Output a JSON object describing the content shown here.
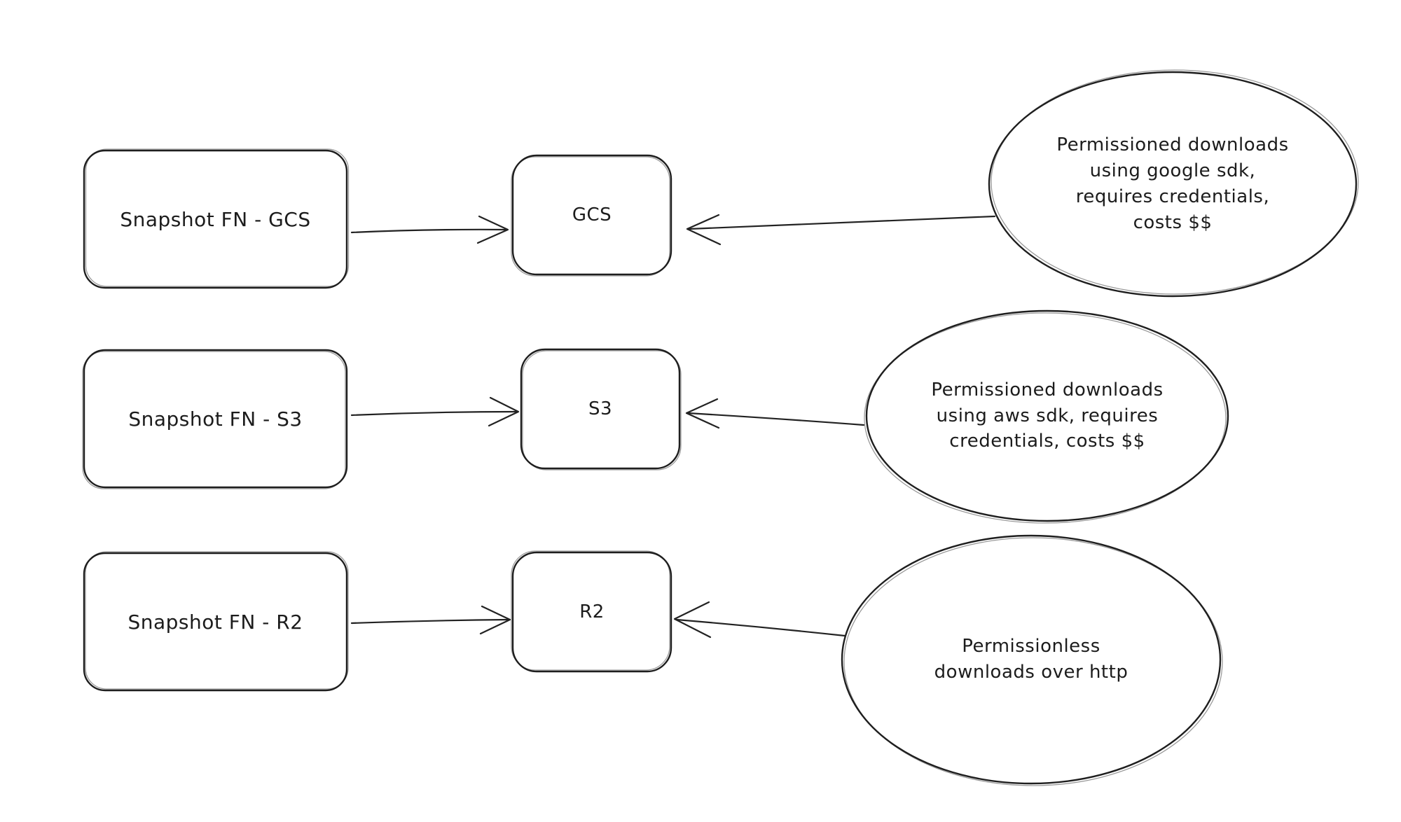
{
  "diagram": {
    "background_color": "#ffffff",
    "stroke_color": "#1e1e1e",
    "text_color": "#1c1c1c",
    "rows": [
      {
        "id": "gcs",
        "source_label": "Snapshot FN - GCS",
        "target_label": "GCS",
        "annotation": "Permissioned downloads\nusing google sdk,\nrequires credentials,\ncosts $$"
      },
      {
        "id": "s3",
        "source_label": "Snapshot FN - S3",
        "target_label": "S3",
        "annotation": "Permissioned downloads\nusing aws sdk, requires\ncredentials, costs $$"
      },
      {
        "id": "r2",
        "source_label": "Snapshot FN - R2",
        "target_label": "R2",
        "annotation": "Permissionless\ndownloads over http"
      }
    ]
  }
}
